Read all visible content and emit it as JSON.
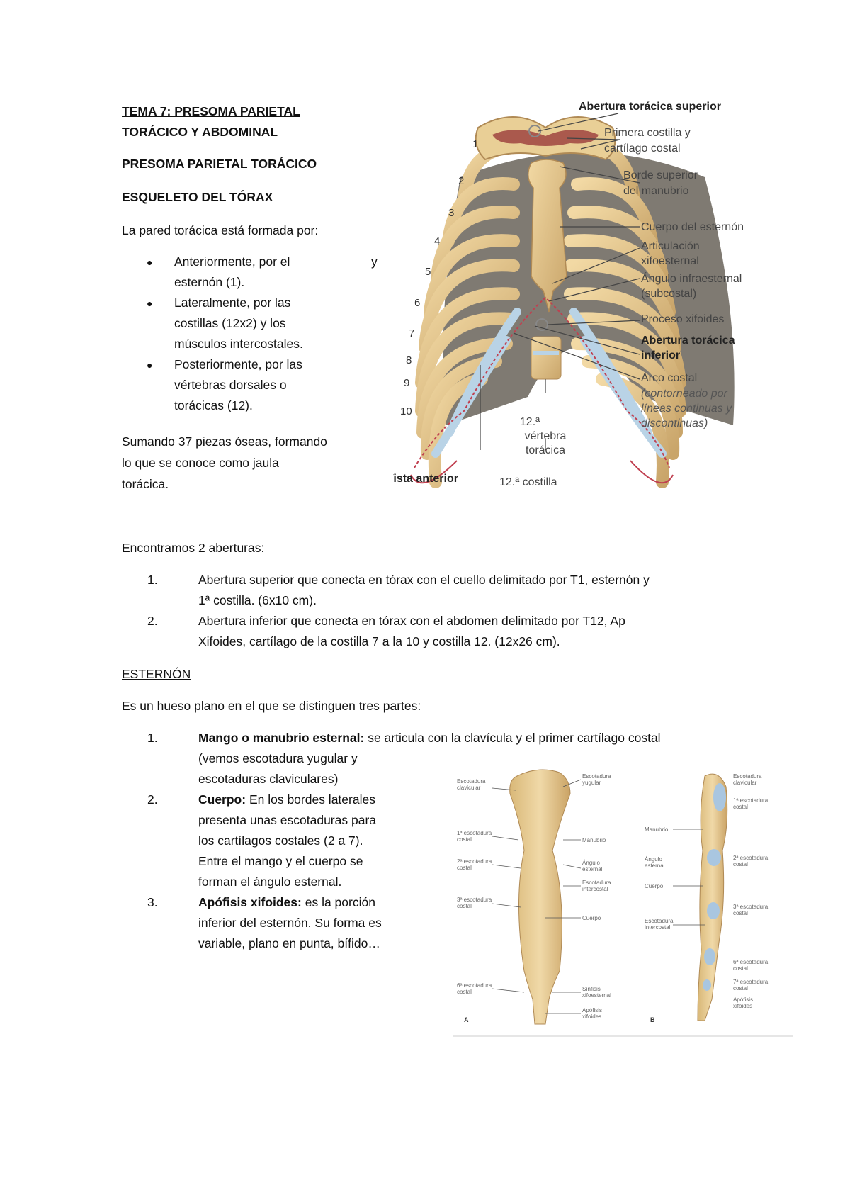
{
  "title": [
    "TEMA 7: PRESOMA PARIETAL",
    "TORÁCICO Y ABDOMINAL"
  ],
  "subtitle": "PRESOMA PARIETAL TORÁCICO",
  "section1": "ESQUELETO DEL TÓRAX",
  "intro": "La pared torácica está formada por:",
  "bullets": [
    [
      "Anteriormente, por el",
      "esternón (1)."
    ],
    [
      "Lateralmente, por las",
      "costillas (12x2) y los",
      "músculos intercostales."
    ],
    [
      "Posteriormente, por las",
      "vértebras dorsales o",
      "torácicas (12)."
    ]
  ],
  "stray_y": "y",
  "summary": [
    "Sumando 37 piezas óseas, formando",
    "lo que se conoce como jaula",
    "torácica."
  ],
  "aperturas_intro": "Encontramos 2 aberturas:",
  "aperturas": [
    {
      "num": "1.",
      "lines": [
        "Abertura superior que conecta en tórax con el cuello delimitado por T1, esternón y",
        "1ª costilla. (6x10 cm)."
      ]
    },
    {
      "num": "2.",
      "lines": [
        "Abertura inferior que conecta en tórax con el abdomen delimitado por T12, Ap",
        "Xifoides, cartílago de la costilla 7 a la 10 y costilla 12. (12x26 cm)."
      ]
    }
  ],
  "esternon_heading": "ESTERNÓN",
  "esternon_intro": "Es un hueso plano en el que se distinguen tres partes:",
  "partes": [
    {
      "num": "1.",
      "term": "Mango o manubrio esternal:",
      "lines": [
        " se articula con la clavícula y el primer cartílago costal",
        "(vemos escotadura yugular y",
        "escotaduras claviculares)"
      ]
    },
    {
      "num": "2.",
      "term": "Cuerpo:",
      "lines": [
        " En los bordes laterales",
        "presenta unas escotaduras para",
        "los cartílagos costales (2 a 7).",
        "Entre el mango y el cuerpo se",
        "forman el ángulo esternal."
      ]
    },
    {
      "num": "3.",
      "term": "Apófisis xifoides:",
      "lines": [
        " es la porción",
        "inferior del esternón. Su forma es",
        "variable, plano en punta, bífido…"
      ]
    }
  ],
  "fig1": {
    "labels": {
      "abertura_sup": "Abertura torácica superior",
      "primera_costilla": [
        "Primera costilla y",
        "cartílago costal"
      ],
      "borde_manubrio": [
        "Borde superior",
        "del manubrio"
      ],
      "cuerpo": "Cuerpo del esternón",
      "articulacion": [
        "Articulación",
        "xifoesternal"
      ],
      "angulo": [
        "Ángulo infraesternal",
        "(subcostal)"
      ],
      "proceso": "Proceso xifoides",
      "abertura_inf": [
        "Abertura torácica",
        "inferior"
      ],
      "arco": "Arco costal",
      "arco_note": [
        "(contorneado por",
        "líneas continuas y",
        "discontinuas)"
      ],
      "vertebra": [
        "12.ª",
        "vértebra",
        "torácica"
      ],
      "vista": "Vista anterior",
      "costilla12": "12.ª costilla",
      "rib_numbers": [
        "1",
        "2",
        "3",
        "4",
        "5",
        "6",
        "7",
        "8",
        "9",
        "10"
      ]
    }
  },
  "fig2": {
    "labels_a": {
      "esc_clav": [
        "Escotadura",
        "clavicular"
      ],
      "esc_yug": [
        "Escotadura",
        "yugular"
      ],
      "esc1": [
        "1ª escotadura",
        "costal"
      ],
      "manubrio": "Manubrio",
      "esc2": [
        "2ª escotadura",
        "costal"
      ],
      "angulo": [
        "Ángulo",
        "esternal"
      ],
      "esc_inter": [
        "Escotadura",
        "intercostal"
      ],
      "esc3": [
        "3ª escotadura",
        "costal"
      ],
      "cuerpo": "Cuerpo",
      "esc6": [
        "6ª escotadura",
        "costal"
      ],
      "sincondrosis": [
        "Sínfisis",
        "xifoesternal"
      ],
      "apofisis": [
        "Apófisis",
        "xifoides"
      ],
      "letter": "A"
    },
    "labels_b": {
      "esc_clav": [
        "Escotadura",
        "clavicular"
      ],
      "esc1": [
        "1ª escotadura",
        "costal"
      ],
      "manubrio": "Manubrio",
      "angulo": [
        "Ángulo",
        "esternal"
      ],
      "esc2": [
        "2ª escotadura",
        "costal"
      ],
      "cuerpo": "Cuerpo",
      "esc3": [
        "3ª escotadura",
        "costal"
      ],
      "esc_inter": [
        "Escotadura",
        "intercostal"
      ],
      "esc6": [
        "6ª escotadura",
        "costal"
      ],
      "esc7": [
        "7ª escotadura",
        "costal"
      ],
      "apofisis": [
        "Apófisis",
        "xifoides"
      ],
      "letter": "B"
    }
  }
}
